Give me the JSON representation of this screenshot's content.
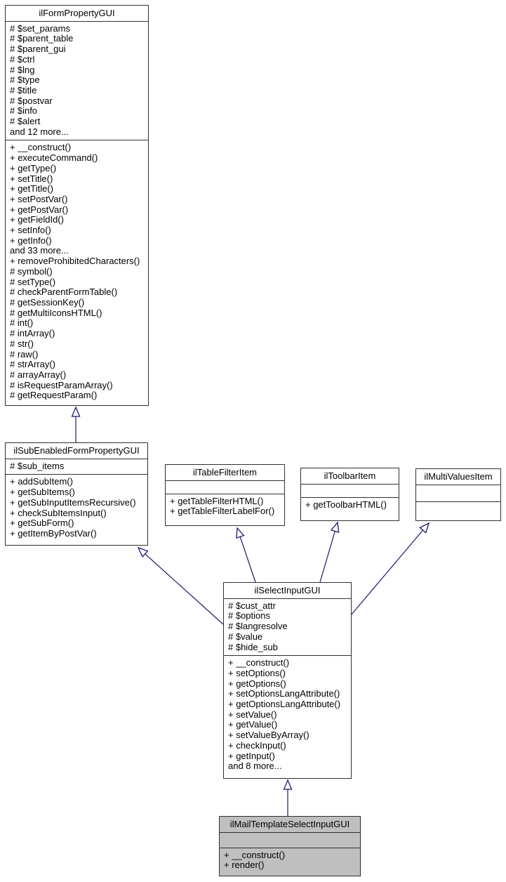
{
  "diagram_title": "ilMailTemplateSelectInputGUI inheritance diagram",
  "colors": {
    "edge": "#191970",
    "selected_fill": "#bfbfbf",
    "border": "#2f2f2f",
    "background": "#ffffff",
    "box_fill": "#ffffff"
  },
  "classes": {
    "ilFormPropertyGUI": {
      "name": "ilFormPropertyGUI",
      "attributes": [
        "# $set_params",
        "# $parent_table",
        "# $parent_gui",
        "# $ctrl",
        "# $lng",
        "# $type",
        "# $title",
        "# $postvar",
        "# $info",
        "# $alert",
        "and 12 more..."
      ],
      "methods": [
        "+ __construct()",
        "+ executeCommand()",
        "+ getType()",
        "+ setTitle()",
        "+ getTitle()",
        "+ setPostVar()",
        "+ getPostVar()",
        "+ getFieldId()",
        "+ setInfo()",
        "+ getInfo()",
        "and 33 more...",
        "+ removeProhibitedCharacters()",
        "# symbol()",
        "# setType()",
        "# checkParentFormTable()",
        "# getSessionKey()",
        "# getMultiIconsHTML()",
        "# int()",
        "# intArray()",
        "# str()",
        "# raw()",
        "# strArray()",
        "# arrayArray()",
        "# isRequestParamArray()",
        "# getRequestParam()"
      ]
    },
    "ilSubEnabledFormPropertyGUI": {
      "name": "ilSubEnabledFormPropertyGUI",
      "attributes": [
        "# $sub_items"
      ],
      "methods": [
        "+ addSubItem()",
        "+ getSubItems()",
        "+ getSubInputItemsRecursive()",
        "+ checkSubItemsInput()",
        "+ getSubForm()",
        "+ getItemByPostVar()"
      ]
    },
    "ilTableFilterItem": {
      "name": "ilTableFilterItem",
      "attributes": [],
      "methods": [
        "+ getTableFilterHTML()",
        "+ getTableFilterLabelFor()"
      ]
    },
    "ilToolbarItem": {
      "name": "ilToolbarItem",
      "attributes": [],
      "methods": [
        "+ getToolbarHTML()"
      ]
    },
    "ilMultiValuesItem": {
      "name": "ilMultiValuesItem",
      "attributes": [],
      "methods": []
    },
    "ilSelectInputGUI": {
      "name": "ilSelectInputGUI",
      "attributes": [
        "# $cust_attr",
        "# $options",
        "# $langresolve",
        "# $value",
        "# $hide_sub"
      ],
      "methods": [
        "+ __construct()",
        "+ setOptions()",
        "+ getOptions()",
        "+ setOptionsLangAttribute()",
        "+ getOptionsLangAttribute()",
        "+ setValue()",
        "+ getValue()",
        "+ setValueByArray()",
        "+ checkInput()",
        "+ getInput()",
        "and 8 more..."
      ]
    },
    "ilMailTemplateSelectInputGUI": {
      "name": "ilMailTemplateSelectInputGUI",
      "attributes": [],
      "methods": [
        "+ __construct()",
        "+ render()"
      ]
    }
  },
  "relations": [
    {
      "child": "ilSubEnabledFormPropertyGUI",
      "parent": "ilFormPropertyGUI"
    },
    {
      "child": "ilSelectInputGUI",
      "parent": "ilSubEnabledFormPropertyGUI"
    },
    {
      "child": "ilSelectInputGUI",
      "parent": "ilTableFilterItem"
    },
    {
      "child": "ilSelectInputGUI",
      "parent": "ilToolbarItem"
    },
    {
      "child": "ilSelectInputGUI",
      "parent": "ilMultiValuesItem"
    },
    {
      "child": "ilMailTemplateSelectInputGUI",
      "parent": "ilSelectInputGUI"
    }
  ]
}
